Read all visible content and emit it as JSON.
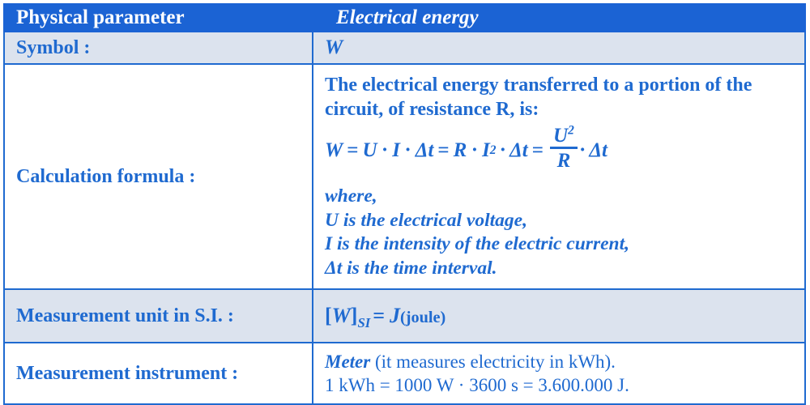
{
  "colors": {
    "header_blue": "#1b63d4",
    "text_blue": "#1f6ad0",
    "shaded_row": "#dce3ee",
    "plain_row": "#ffffff",
    "border": "#1f6ad0"
  },
  "table": {
    "header": {
      "label": "Physical parameter",
      "value": "Electrical energy"
    },
    "rows": [
      {
        "label": "Symbol :",
        "value": "W"
      },
      {
        "label": "Calculation formula :",
        "intro": "The electrical energy transferred to a portion of the circuit, of resistance R, is:",
        "equation": {
          "lhs": "W",
          "eq1": "=",
          "term1": "U · I · Δt",
          "eq2": "=",
          "term2_base": "R · I",
          "term2_exp": "2",
          "term2_tail": "· Δt",
          "eq3": "=",
          "fraction_numerator": "U",
          "fraction_numerator_exp": "2",
          "fraction_denominator": "R",
          "fraction_tail": "· Δt",
          "plain_text": "W = U · I · Δt = R · I² · Δt = (U²/R) · Δt"
        },
        "where_label": "where,",
        "where_lines": [
          "U is the electrical voltage,",
          "I is the intensity of the electric current,",
          "Δt is the time interval."
        ]
      },
      {
        "label": "Measurement unit in S.I. :",
        "si": {
          "open_bracket": "[",
          "quantity": "W",
          "close_bracket": "]",
          "subscript": "SI",
          "equals": "=",
          "unit_symbol": "J",
          "unit_name": "(joule)",
          "plain_text": "[W]SI = J (joule)"
        }
      },
      {
        "label": "Measurement instrument :",
        "instrument": {
          "name": "Meter",
          "description": " (it measures electricity in kWh).",
          "conversion": "1 kWh = 1000 W · 3600 s = 3.600.000 J."
        }
      }
    ]
  }
}
